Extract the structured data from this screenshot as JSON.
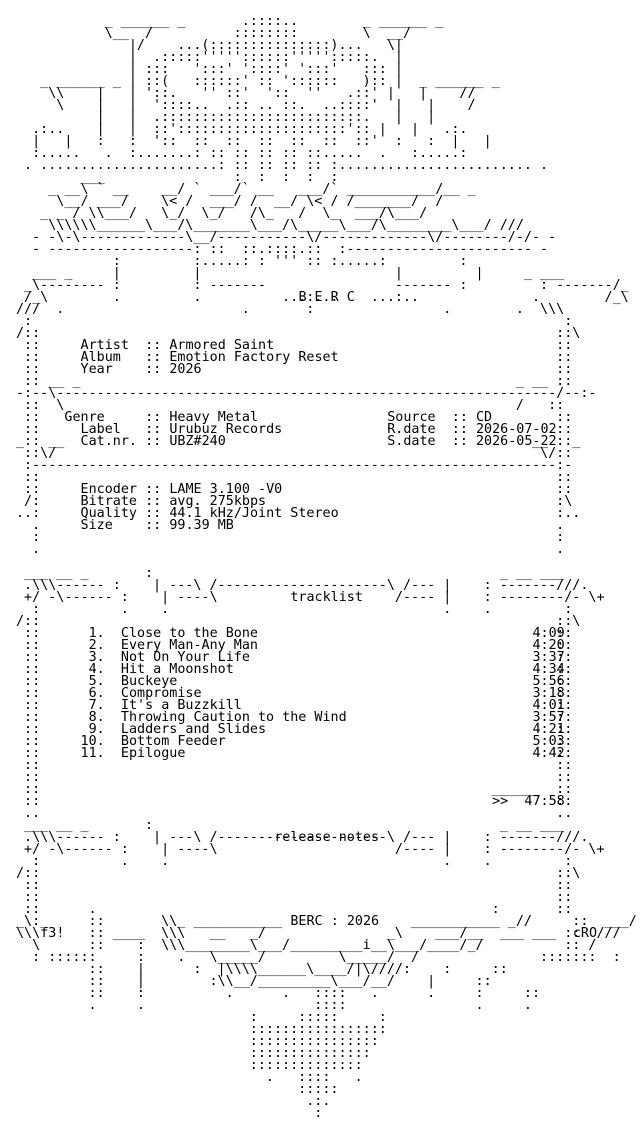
{
  "header": {
    "group": "B E R C"
  },
  "release": {
    "artist_label": "Artist",
    "artist": "Armored Saint",
    "album_label": "Album",
    "album": "Emotion Factory Reset",
    "year_label": "Year",
    "year": "2026",
    "genre_label": "Genre",
    "genre": "Heavy Metal",
    "label_label": "Label",
    "label": "Urubuz Records",
    "catnr_label": "Cat.nr.",
    "catnr": "UBZ#240",
    "source_label": "Source",
    "source": "CD",
    "rdate_label": "R.date",
    "rdate": "2026-07-02",
    "sdate_label": "S.date",
    "sdate": "2026-05-22"
  },
  "encoding": {
    "encoder_label": "Encoder",
    "encoder": "LAME 3.100 -V0",
    "bitrate_label": "Bitrate",
    "bitrate": "avg. 275kbps",
    "quality_label": "Quality",
    "quality": "44.1 kHz/Joint Stereo",
    "size_label": "Size",
    "size": "99.39 MB"
  },
  "tracklist_title": "tracklist",
  "tracks": [
    {
      "num": "1.",
      "title": "Close to the Bone",
      "time": "4:09"
    },
    {
      "num": "2.",
      "title": "Every Man-Any Man",
      "time": "4:20"
    },
    {
      "num": "3.",
      "title": "Not On Your Life",
      "time": "3:37"
    },
    {
      "num": "4.",
      "title": "Hit a Moonshot",
      "time": "4:34"
    },
    {
      "num": "5.",
      "title": "Buckeye",
      "time": "5:56"
    },
    {
      "num": "6.",
      "title": "Compromise",
      "time": "3:18"
    },
    {
      "num": "7.",
      "title": "It's a Buzzkill",
      "time": "4:01"
    },
    {
      "num": "8.",
      "title": "Throwing Caution to the Wind",
      "time": "3:57"
    },
    {
      "num": "9.",
      "title": "Ladders and Slides",
      "time": "4:21"
    },
    {
      "num": "10.",
      "title": "Bottom Feeder",
      "time": "5:03"
    },
    {
      "num": "11.",
      "title": "Epilogue",
      "time": "4:42"
    }
  ],
  "total_marker": ">>",
  "total_time": "47:58",
  "release_notes_title": "release notes",
  "footer": {
    "group": "BERC",
    "year": "2026",
    "left_sig": "f3!",
    "right_sig": "cRO"
  }
}
